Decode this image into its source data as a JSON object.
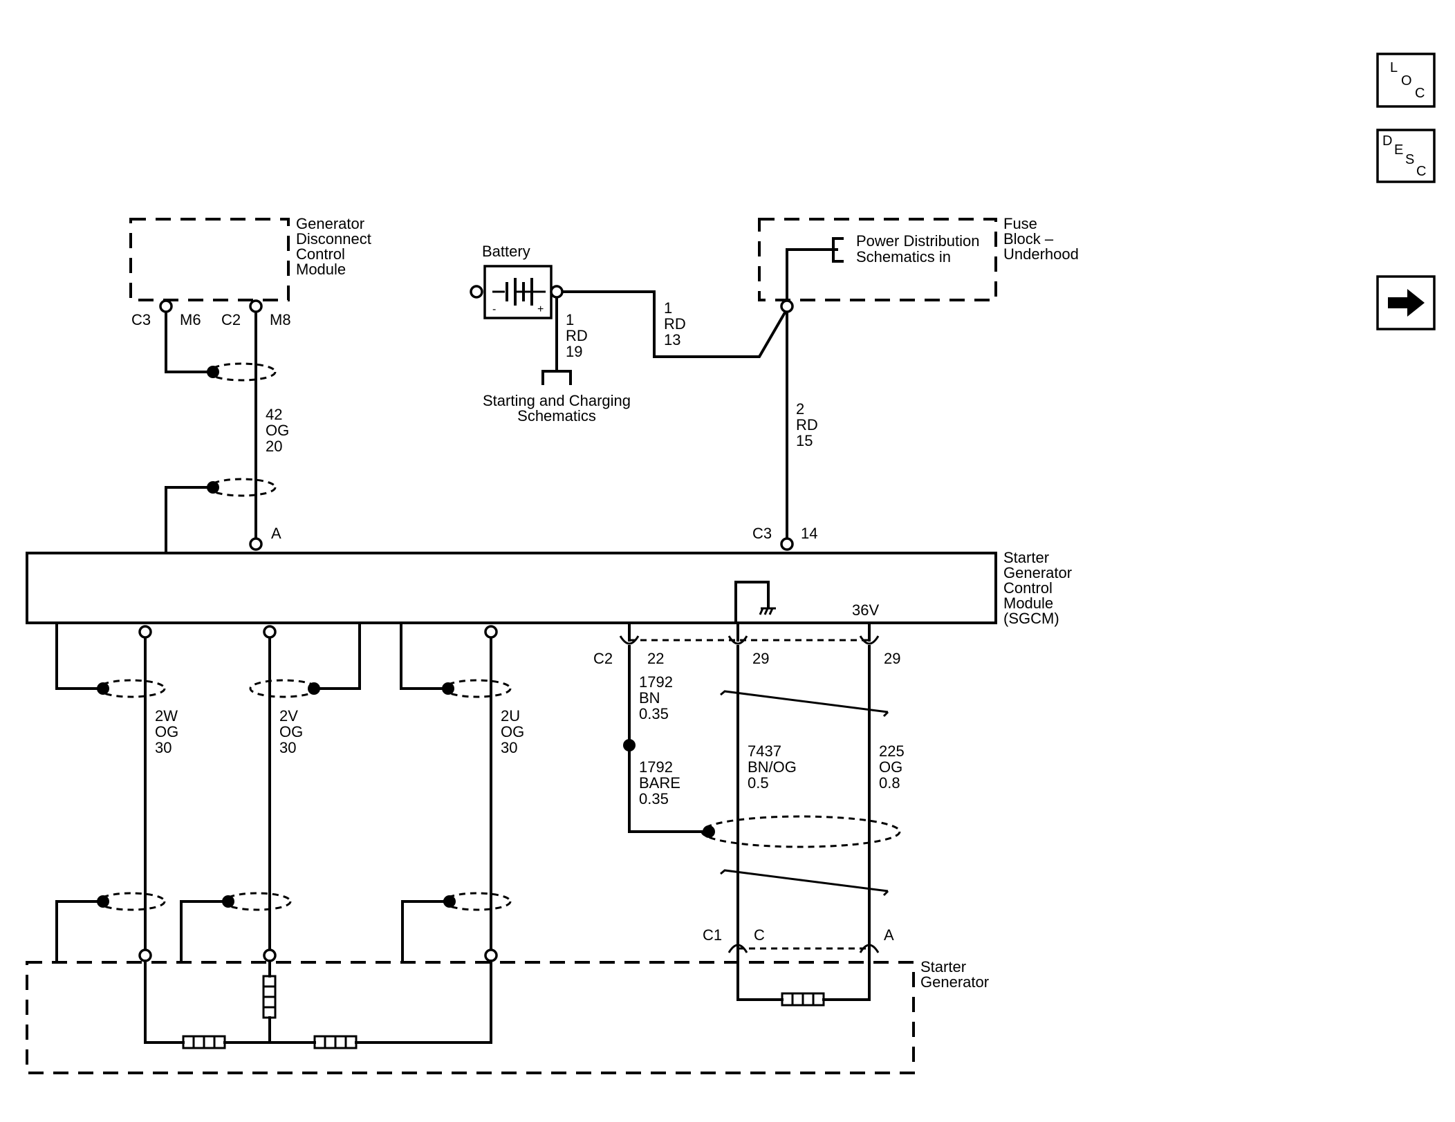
{
  "nav": {
    "loc": [
      "L",
      "O",
      "C"
    ],
    "desc": [
      "D",
      "E",
      "S",
      "C"
    ]
  },
  "components": {
    "gdcm": [
      "Generator",
      "Disconnect",
      "Control",
      "Module"
    ],
    "battery": "Battery",
    "battery_neg": "-",
    "battery_pos": "+",
    "fuse_block": [
      "Fuse",
      "Block –",
      "Underhood"
    ],
    "power_dist": [
      "Power Distribution",
      "Schematics in"
    ],
    "starting_charging": [
      "Starting and Charging",
      "Schematics"
    ],
    "sgcm": [
      "Starter",
      "Generator",
      "Control",
      "Module",
      "(SGCM)"
    ],
    "starter_gen": [
      "Starter",
      "Generator"
    ]
  },
  "pins": {
    "gdcm_c3": "C3",
    "gdcm_m6": "M6",
    "gdcm_c2": "C2",
    "gdcm_m8": "M8",
    "sgcm_a": "A",
    "sgcm_c3": "C3",
    "sgcm_14": "14",
    "sgcm_c2": "C2",
    "sgcm_22": "22",
    "sgcm_29a": "29",
    "sgcm_29b": "29",
    "sgcm_36v": "36V",
    "sg_c1": "C1",
    "sg_c": "C",
    "sg_a": "A"
  },
  "wires": {
    "w42": [
      "42",
      "OG",
      "20"
    ],
    "w1a": [
      "1",
      "RD",
      "19"
    ],
    "w1b": [
      "1",
      "RD",
      "13"
    ],
    "w2": [
      "2",
      "RD",
      "15"
    ],
    "w2w": [
      "2W",
      "OG",
      "30"
    ],
    "w2v": [
      "2V",
      "OG",
      "30"
    ],
    "w2u": [
      "2U",
      "OG",
      "30"
    ],
    "w1792a": [
      "1792",
      "BN",
      "0.35"
    ],
    "w1792b": [
      "1792",
      "BARE",
      "0.35"
    ],
    "w7437": [
      "7437",
      "BN/OG",
      "0.5"
    ],
    "w225": [
      "225",
      "OG",
      "0.8"
    ]
  }
}
